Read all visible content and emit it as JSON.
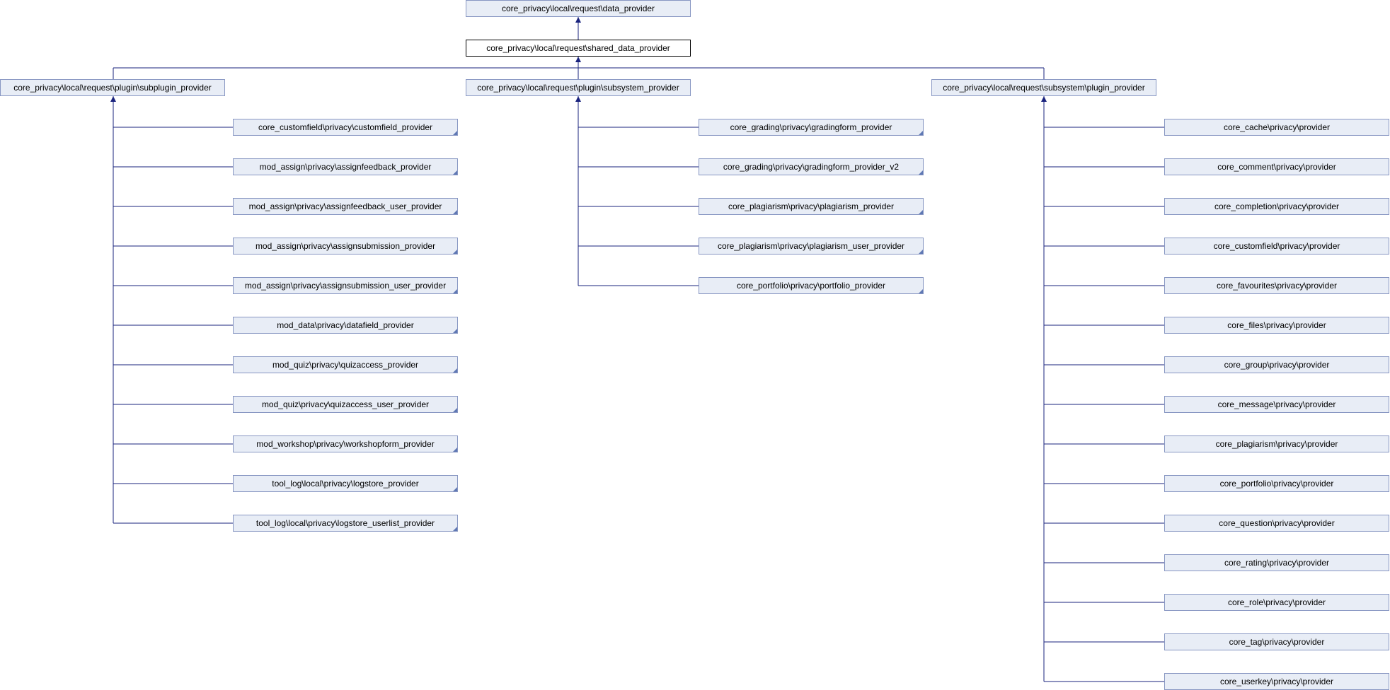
{
  "colors": {
    "edge": "#1a237e",
    "node_fill": "#e8edf6",
    "node_border": "#8796c2",
    "current_border": "#000000"
  },
  "icons": {
    "arrowhead": "triangle-arrow-icon",
    "fold": "fold-corner-icon"
  },
  "nodes": {
    "data_provider": "core_privacy\\local\\request\\data_provider",
    "shared_data_provider": "core_privacy\\local\\request\\shared_data_provider",
    "subplugin_provider": "core_privacy\\local\\request\\plugin\\subplugin_provider",
    "subsystem_provider": "core_privacy\\local\\request\\plugin\\subsystem_provider",
    "plugin_provider": "core_privacy\\local\\request\\subsystem\\plugin_provider"
  },
  "subplugin_children": [
    "core_customfield\\privacy\\customfield_provider",
    "mod_assign\\privacy\\assignfeedback_provider",
    "mod_assign\\privacy\\assignfeedback_user_provider",
    "mod_assign\\privacy\\assignsubmission_provider",
    "mod_assign\\privacy\\assignsubmission_user_provider",
    "mod_data\\privacy\\datafield_provider",
    "mod_quiz\\privacy\\quizaccess_provider",
    "mod_quiz\\privacy\\quizaccess_user_provider",
    "mod_workshop\\privacy\\workshopform_provider",
    "tool_log\\local\\privacy\\logstore_provider",
    "tool_log\\local\\privacy\\logstore_userlist_provider"
  ],
  "subsystem_children": [
    "core_grading\\privacy\\gradingform_provider",
    "core_grading\\privacy\\gradingform_provider_v2",
    "core_plagiarism\\privacy\\plagiarism_provider",
    "core_plagiarism\\privacy\\plagiarism_user_provider",
    "core_portfolio\\privacy\\portfolio_provider"
  ],
  "plugin_children": [
    "core_cache\\privacy\\provider",
    "core_comment\\privacy\\provider",
    "core_completion\\privacy\\provider",
    "core_customfield\\privacy\\provider",
    "core_favourites\\privacy\\provider",
    "core_files\\privacy\\provider",
    "core_group\\privacy\\provider",
    "core_message\\privacy\\provider",
    "core_plagiarism\\privacy\\provider",
    "core_portfolio\\privacy\\provider",
    "core_question\\privacy\\provider",
    "core_rating\\privacy\\provider",
    "core_role\\privacy\\provider",
    "core_tag\\privacy\\provider",
    "core_userkey\\privacy\\provider"
  ]
}
